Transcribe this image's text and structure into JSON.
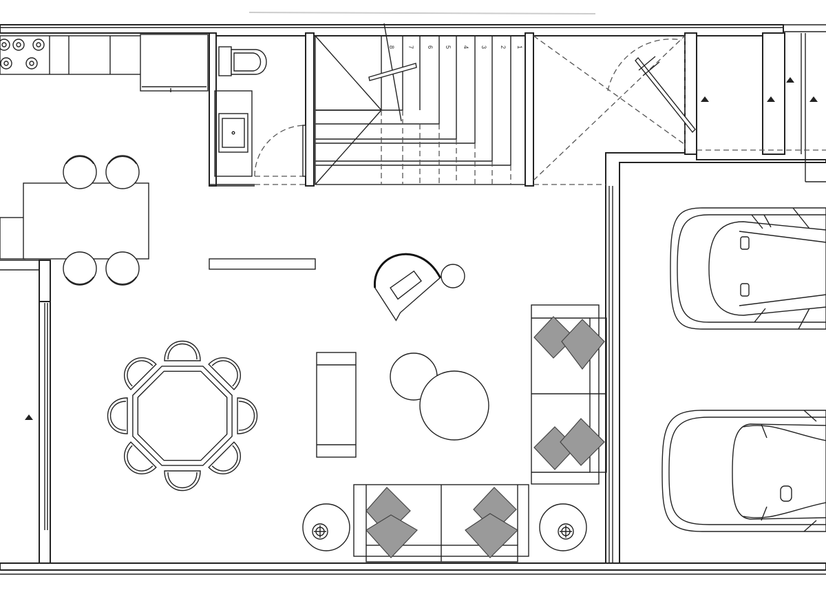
{
  "plan": {
    "colors": {
      "line": "#222222",
      "pillow": "#9a9a9a",
      "background": "#ffffff"
    },
    "stair_numbers": [
      "8",
      "7",
      "6",
      "5",
      "4",
      "3",
      "2",
      "1"
    ]
  }
}
